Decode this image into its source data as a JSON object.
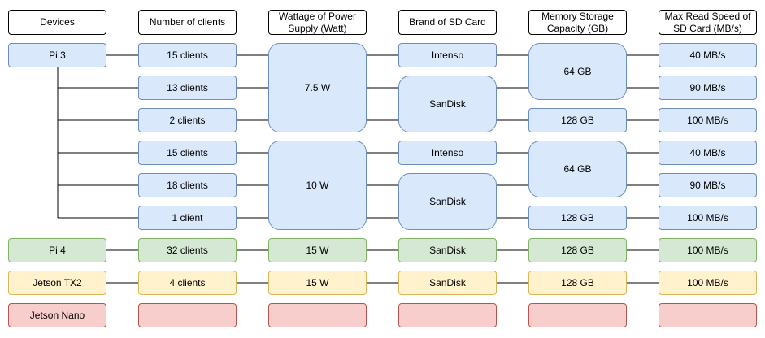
{
  "headers": {
    "devices": "Devices",
    "clients": "Number of clients",
    "power": "Wattage of Power Supply (Watt)",
    "brand": "Brand of SD Card",
    "capacity": "Memory Storage Capacity  (GB)",
    "speed": "Max Read Speed of SD Card (MB/s)"
  },
  "devices": {
    "pi3": "Pi 3",
    "pi4": "Pi 4",
    "tx2": "Jetson TX2",
    "nano": "Jetson Nano"
  },
  "pi3_rows": [
    {
      "clients": "15 clients",
      "speed": "40 MB/s"
    },
    {
      "clients": "13 clients",
      "speed": "90 MB/s"
    },
    {
      "clients": "2 clients",
      "speed": "100 MB/s"
    },
    {
      "clients": "15 clients",
      "speed": "40 MB/s"
    },
    {
      "clients": "18 clients",
      "speed": "90 MB/s"
    },
    {
      "clients": "1 client",
      "speed": "100 MB/s"
    }
  ],
  "pi3_groups": [
    {
      "power": "7.5 W",
      "brand_a": "Intenso",
      "brand_b": "SanDisk",
      "cap_a": "64 GB",
      "cap_b": "128 GB"
    },
    {
      "power": "10 W",
      "brand_a": "Intenso",
      "brand_b": "SanDisk",
      "cap_a": "64 GB",
      "cap_b": "128 GB"
    }
  ],
  "pi4": {
    "clients": "32 clients",
    "power": "15 W",
    "brand": "SanDisk",
    "capacity": "128 GB",
    "speed": "100 MB/s"
  },
  "tx2": {
    "clients": "4 clients",
    "power": "15 W",
    "brand": "SanDisk",
    "capacity": "128 GB",
    "speed": "100 MB/s"
  },
  "colors": {
    "blue_fill": "#dae8fc",
    "blue_stroke": "#6c8ebf",
    "green_fill": "#d5e8d4",
    "green_stroke": "#82b366",
    "yellow_fill": "#fff2cc",
    "yellow_stroke": "#d6b656",
    "red_fill": "#f8cecc",
    "red_stroke": "#b85450"
  }
}
